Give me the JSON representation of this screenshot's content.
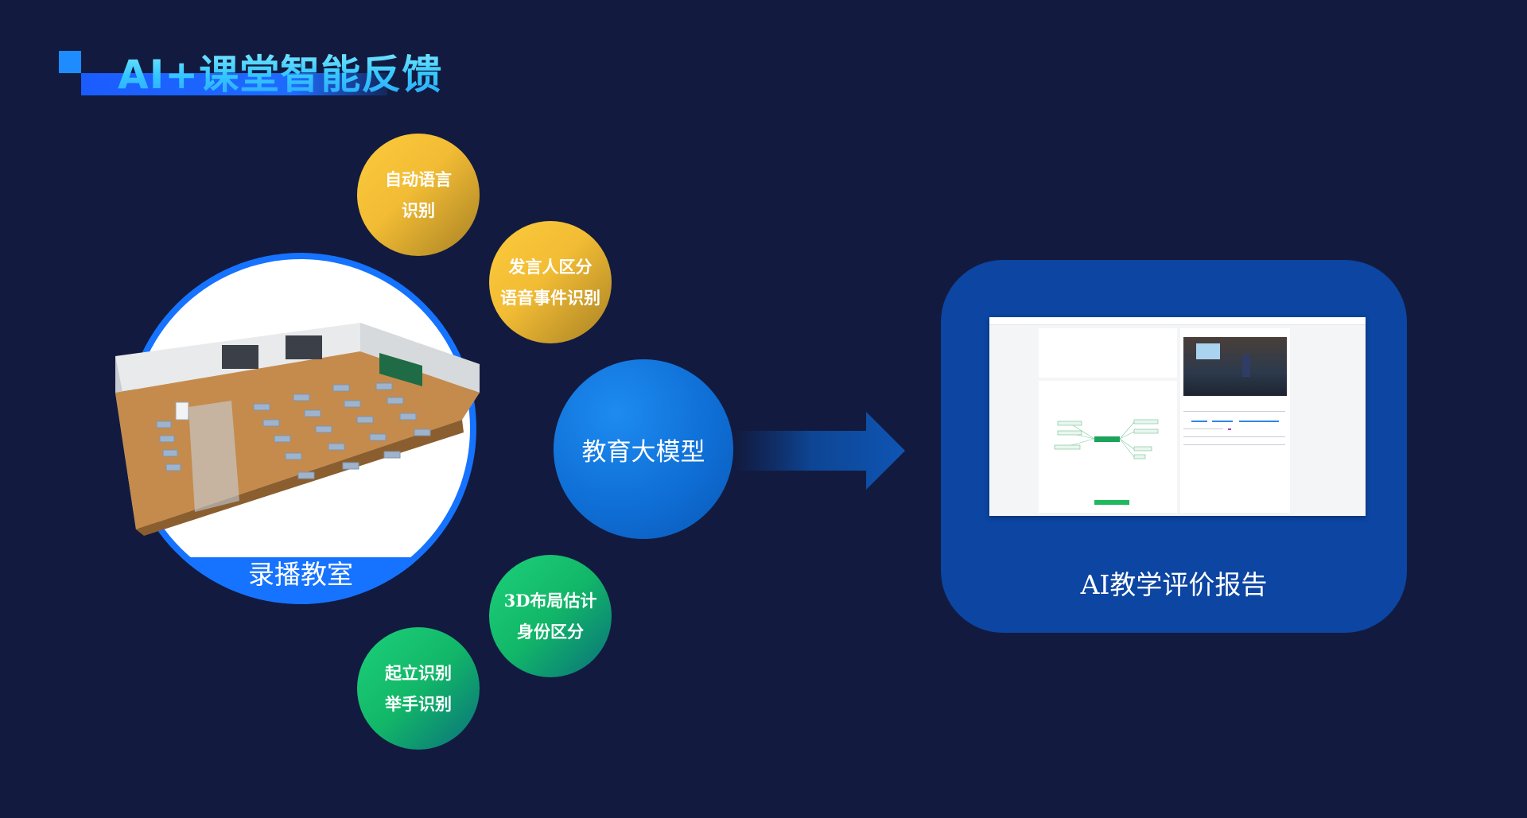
{
  "title": "AI+课堂智能反馈",
  "classroom": {
    "label": "录播教室"
  },
  "features": {
    "speech": [
      "自动语言",
      "识别"
    ],
    "speaker": [
      "发言人区分",
      "语音事件识别"
    ],
    "layout3d": [
      "3D布局估计",
      "身份区分"
    ],
    "gesture": [
      "起立识别",
      "举手识别"
    ]
  },
  "model": {
    "label": "教育大模型"
  },
  "report": {
    "label": "AI教学评价报告"
  },
  "colors": {
    "background": "#121b3f",
    "accent_blue": "#1673ff",
    "gold": "#f2bc34",
    "green": "#12b768",
    "report_panel": "#0c45a2"
  },
  "icons": {
    "arrow": "arrow-right-icon"
  }
}
